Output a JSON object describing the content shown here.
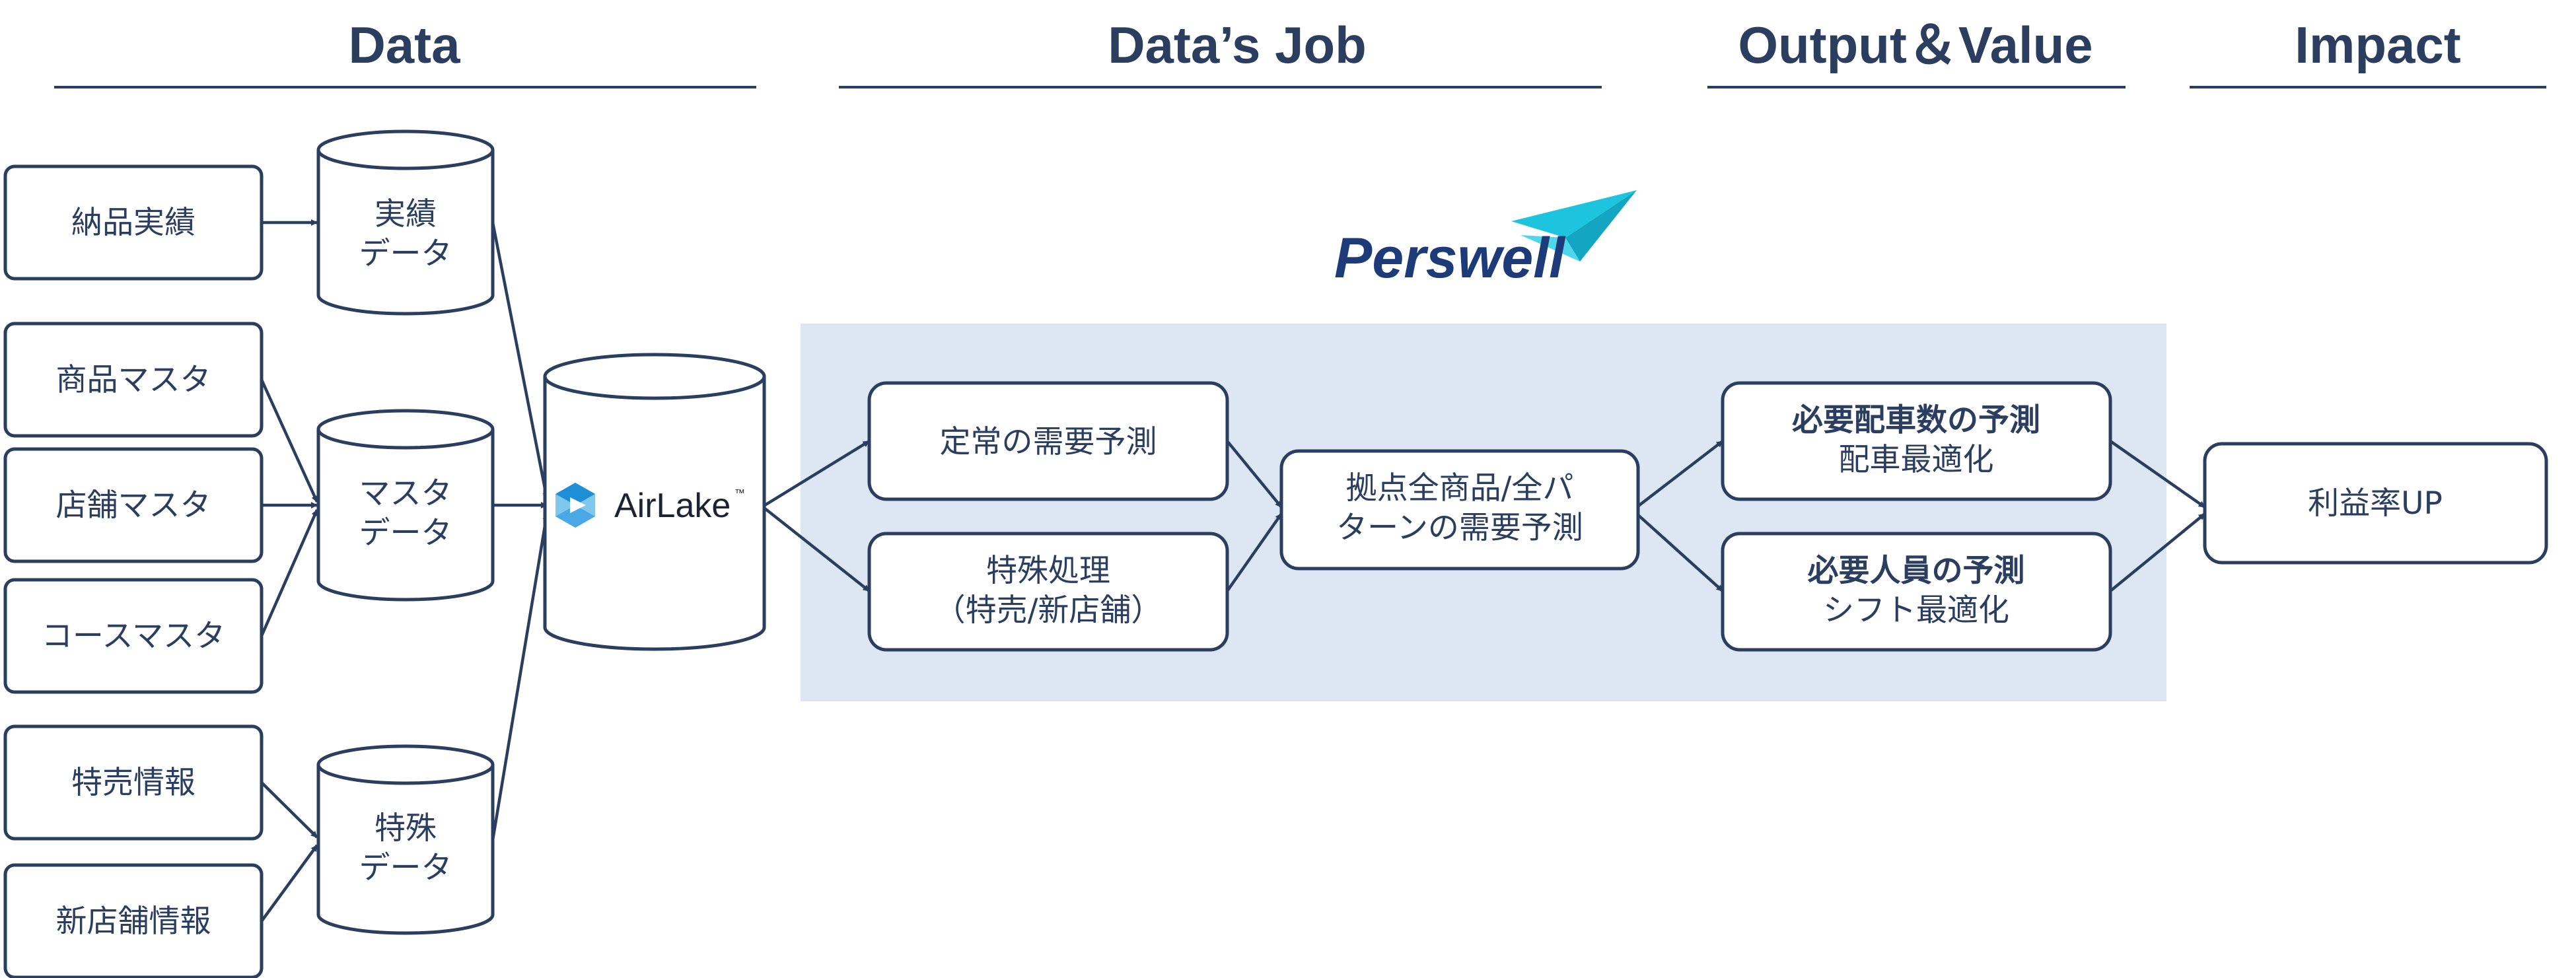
{
  "headers": {
    "data": "Data",
    "job": "Data’s Job",
    "output": "Output＆Value",
    "impact": "Impact"
  },
  "sources": {
    "delivery": "納品実績",
    "product_master": "商品マスタ",
    "store_master": "店舗マスタ",
    "course_master": "コースマスタ",
    "special_sale": "特売情報",
    "new_store": "新店舗情報"
  },
  "databases": {
    "actual": [
      "実績",
      "データ"
    ],
    "master": [
      "マスタ",
      "データ"
    ],
    "special": [
      "特殊",
      "データ"
    ]
  },
  "airlake": {
    "name": "AirLake",
    "tm": "™"
  },
  "brand": {
    "name": "Perswell"
  },
  "jobs": {
    "steady": "定常の需要予測",
    "special": [
      "特殊処理",
      "（特売/新店舗）"
    ],
    "all": [
      "拠点全商品/全パ",
      "ターンの需要予測"
    ]
  },
  "outputs": {
    "vehicles": {
      "title": "必要配車数の予測",
      "sub": "配車最適化"
    },
    "staff": {
      "title": "必要人員の予測",
      "sub": "シフト最適化"
    }
  },
  "impact": {
    "label": "利益率UP"
  },
  "colors": {
    "ink": "#2b3e5f",
    "panel": "#dce7f3",
    "accent": "#1dc4dd"
  }
}
